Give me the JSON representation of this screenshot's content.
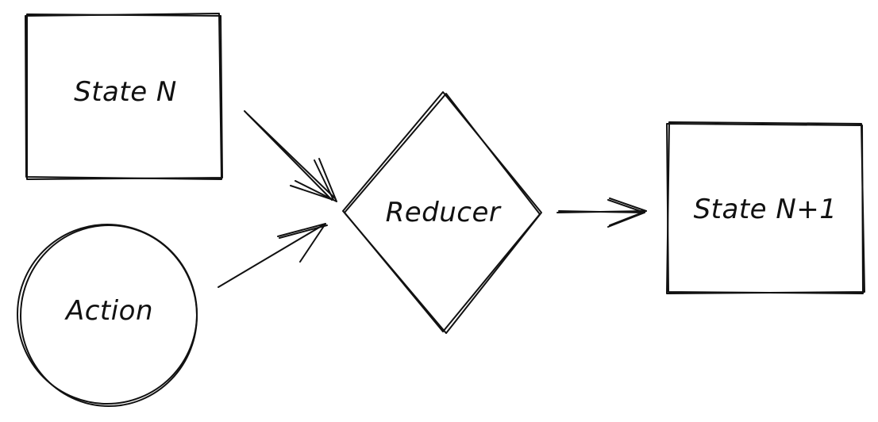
{
  "nodes": {
    "state_n": {
      "label": "State N"
    },
    "action": {
      "label": "Action"
    },
    "reducer": {
      "label": "Reducer"
    },
    "state_n1": {
      "label": "State N+1"
    }
  },
  "edges": [
    {
      "from": "state_n",
      "to": "reducer"
    },
    {
      "from": "action",
      "to": "reducer"
    },
    {
      "from": "reducer",
      "to": "state_n1"
    }
  ],
  "style": {
    "stroke_color": "#111111",
    "background": "#ffffff"
  }
}
